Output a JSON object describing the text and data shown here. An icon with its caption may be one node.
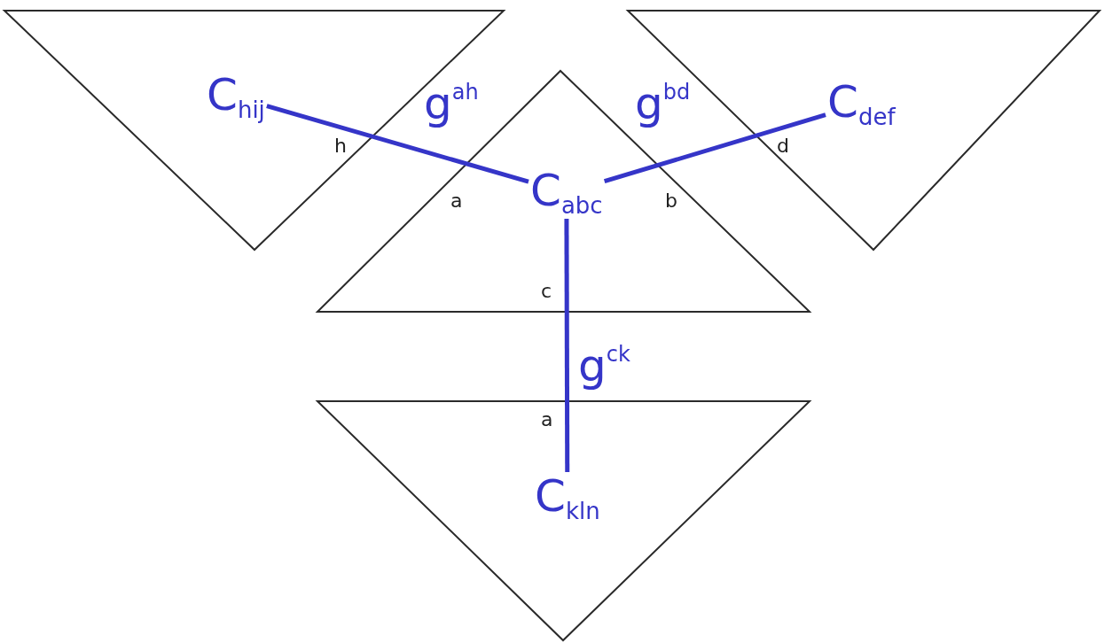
{
  "diagram": {
    "nodes": [
      {
        "text": [
          "h"
        ]
      },
      {
        "text": [
          "C$_{hij}$"
        ],
        "in": 0
      },
      {
        "text": [
          "d"
        ]
      },
      {
        "text": [
          "C$_{def}$"
        ],
        "in": 2
      },
      {
        "text": [
          "a",
          "b",
          "c"
        ]
      },
      {
        "text": [
          "C$_{abc}$"
        ],
        "in": 4
      },
      {
        "text": [
          "a"
        ]
      },
      {
        "text": [
          "C$_{kln}$"
        ],
        "in": 6
      }
    ],
    "edges": [
      {
        "from": 1,
        "to": 5,
        "arrow": "none",
        "label": "g$^{ah}$"
      },
      {
        "from": 5,
        "to": 3,
        "arrow": "none",
        "label": "g$^{bd}$"
      },
      {
        "from": 5,
        "to": 7,
        "arrow": "none",
        "label": "g$^{ck}$"
      }
    ]
  }
}
